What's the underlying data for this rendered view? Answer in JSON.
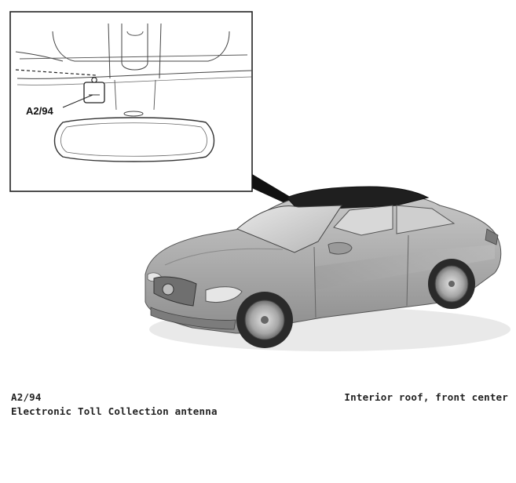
{
  "inset": {
    "component_label": "A2/94"
  },
  "caption": {
    "component_code": "A2/94",
    "component_name": "Electronic Toll Collection antenna",
    "location": "Interior roof, front center"
  }
}
